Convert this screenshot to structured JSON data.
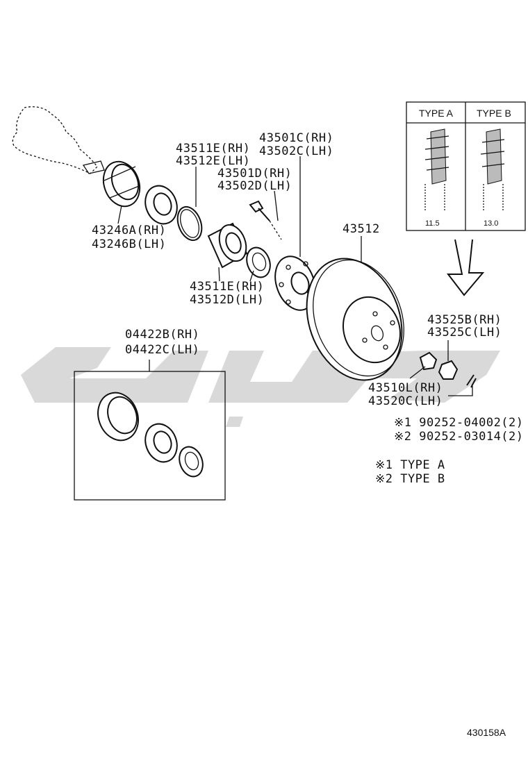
{
  "labels": {
    "p43246": [
      "43246A(RH)",
      "43246B(LH)"
    ],
    "p43511_top": [
      "43511E(RH)",
      "43512E(LH)"
    ],
    "p43501c": [
      "43501C(RH)",
      "43502C(LH)"
    ],
    "p43501d": [
      "43501D(RH)",
      "43502D(LH)"
    ],
    "p43511_mid": [
      "43511E(RH)",
      "43512D(LH)"
    ],
    "p43512": "43512",
    "p04422": [
      "04422B(RH)",
      "04422C(LH)"
    ],
    "p43525": [
      "43525B(RH)",
      "43525C(LH)"
    ],
    "p43510": [
      "43510L(RH)",
      "43520C(LH)"
    ],
    "p90252": [
      "※1 90252-04002(2)",
      "※2 90252-03014(2)"
    ]
  },
  "inset": {
    "type_a": "TYPE A",
    "type_b": "TYPE B",
    "dim_a": "11.5",
    "dim_b": "13.0"
  },
  "legend": [
    "※1  TYPE  A",
    "※2  TYPE  B"
  ],
  "diagram_code": "430158A"
}
